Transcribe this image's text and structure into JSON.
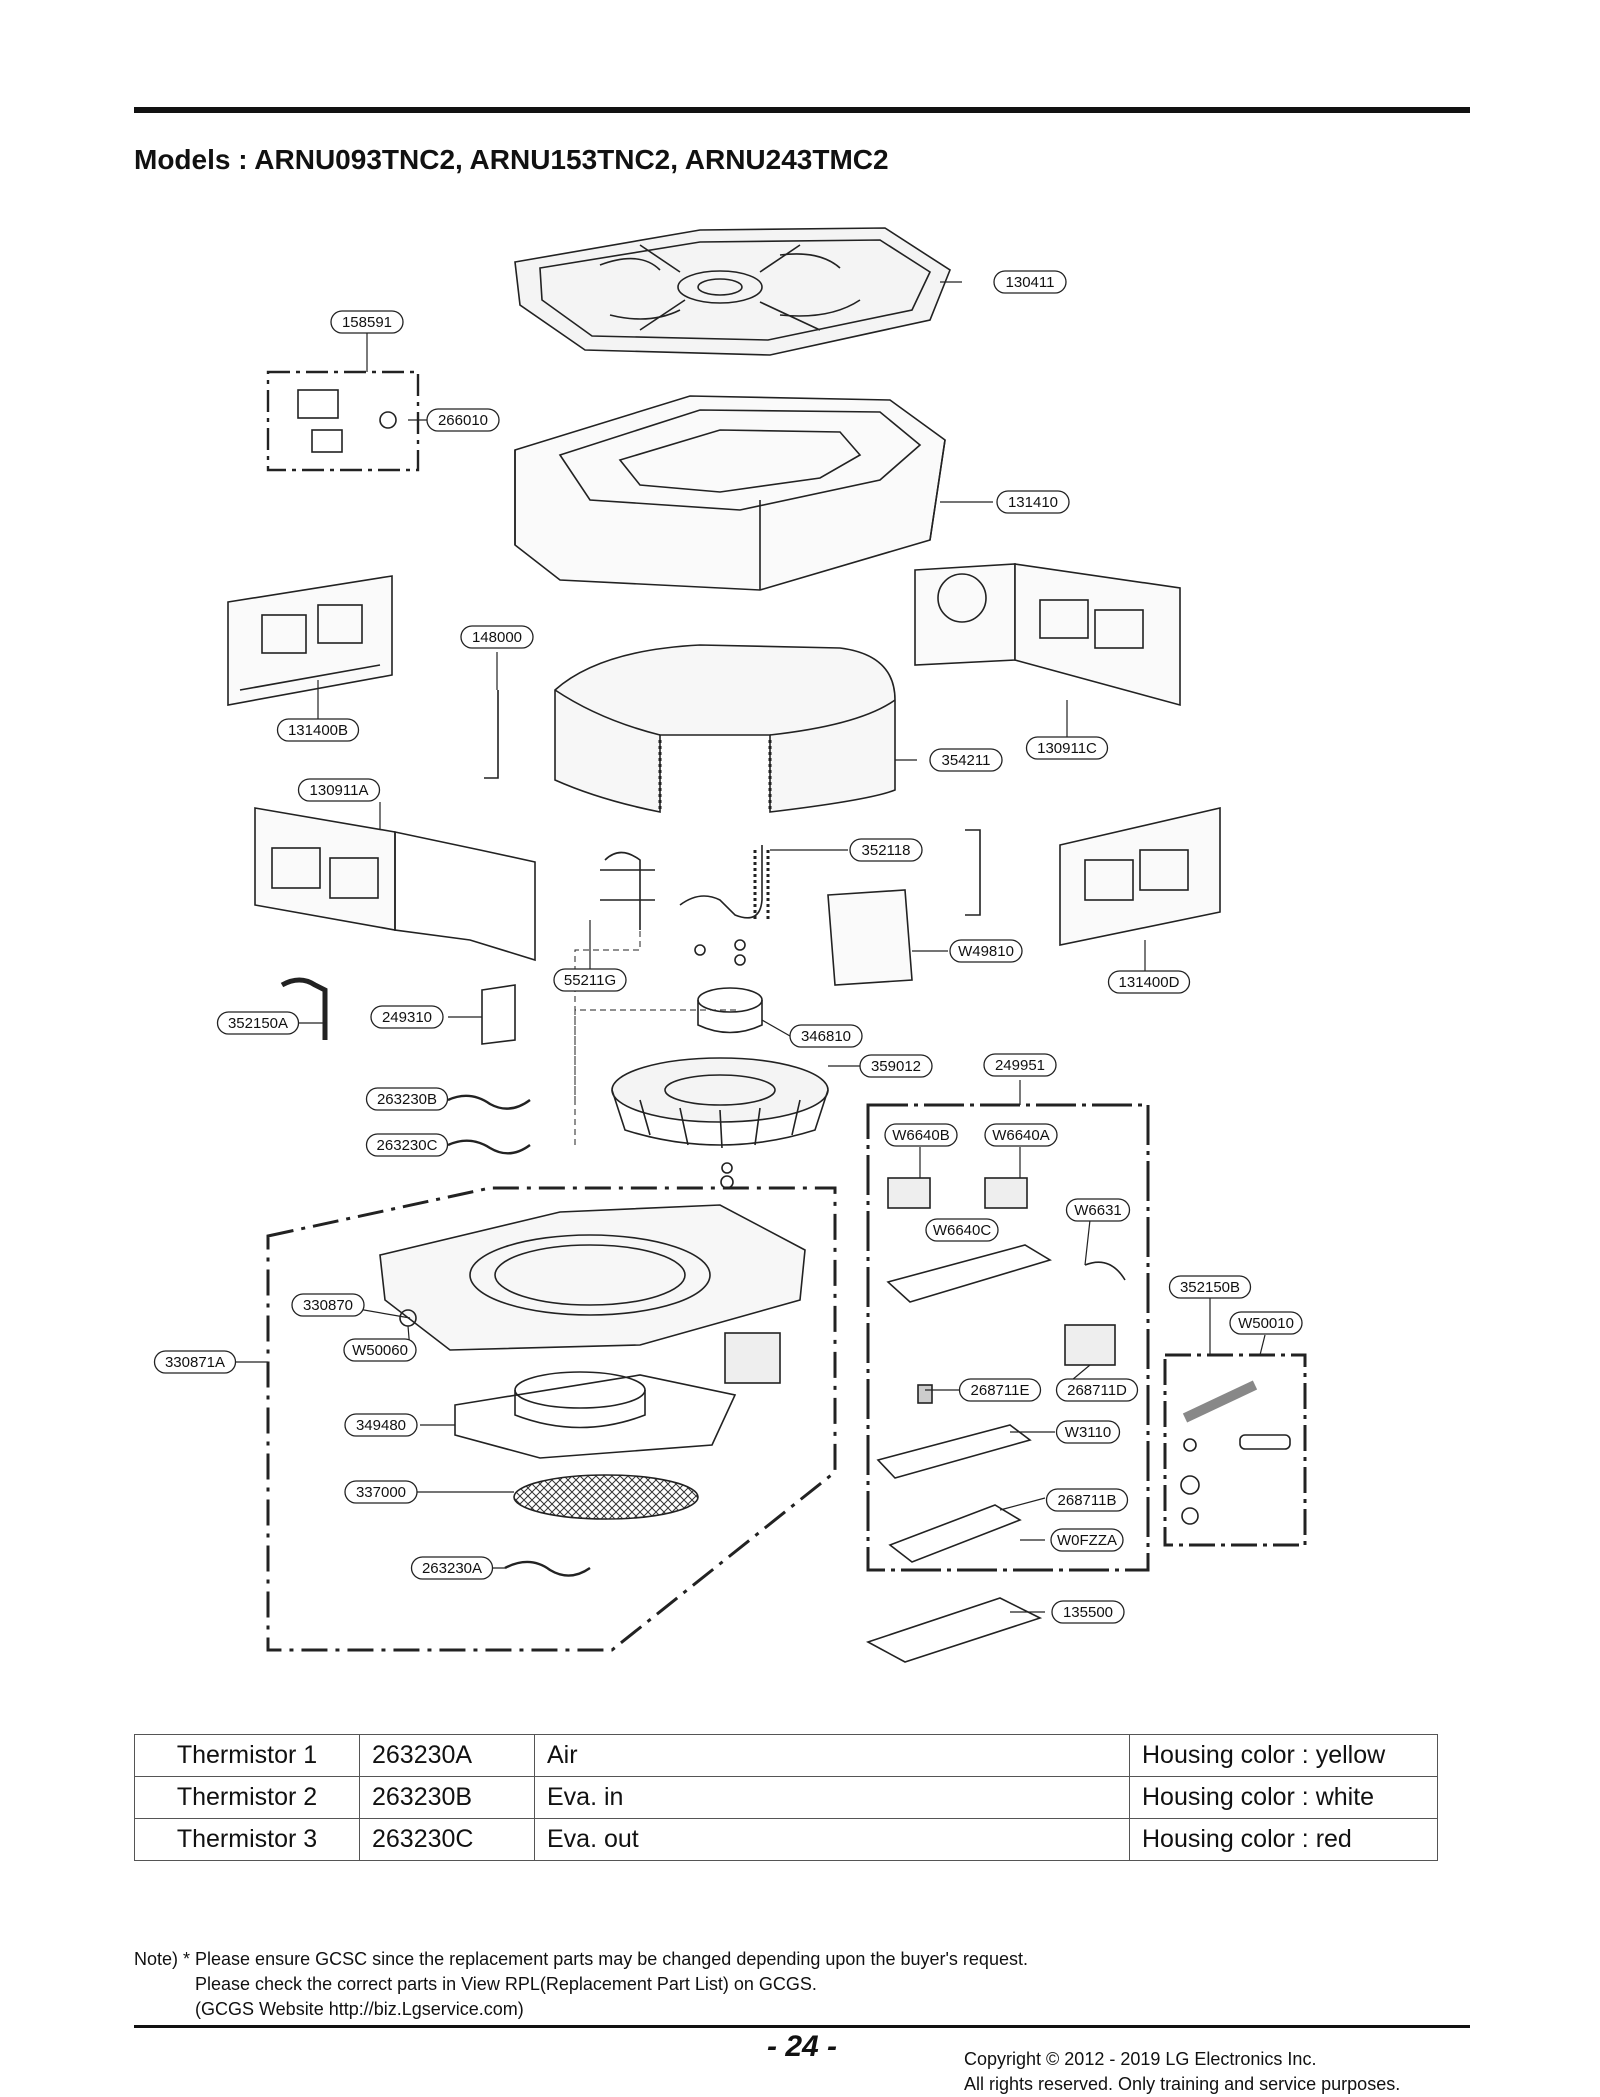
{
  "header": {
    "title": "Models : ARNU093TNC2, ARNU153TNC2, ARNU243TMC2"
  },
  "diagram": {
    "part_labels": [
      "130411",
      "158591",
      "266010",
      "131410",
      "148000",
      "131400B",
      "354211",
      "130911C",
      "130911A",
      "352118",
      "55211G",
      "W49810",
      "131400D",
      "352150A",
      "249310",
      "346810",
      "359012",
      "249951",
      "263230B",
      "W6640B",
      "W6640A",
      "263230C",
      "W6631",
      "W6640C",
      "352150B",
      "330870",
      "W50010",
      "W50060",
      "330871A",
      "268711E",
      "268711D",
      "349480",
      "W3110",
      "337000",
      "268711B",
      "W0FZZA",
      "263230A",
      "135500"
    ]
  },
  "thermistor_table": {
    "rows": [
      {
        "name": "Thermistor 1",
        "part_no": "263230A",
        "location": "Air",
        "housing": "Housing color : yellow"
      },
      {
        "name": "Thermistor 2",
        "part_no": "263230B",
        "location": "Eva. in",
        "housing": "Housing color : white"
      },
      {
        "name": "Thermistor 3",
        "part_no": "263230C",
        "location": "Eva. out",
        "housing": "Housing color : red"
      }
    ]
  },
  "note": {
    "line1": "Note) * Please ensure GCSC since the replacement parts may be changed depending upon the buyer's request.",
    "line2": "Please check the correct parts in View RPL(Replacement Part List) on GCGS.",
    "line3": "(GCGS Website http://biz.Lgservice.com)"
  },
  "footer": {
    "page_number": "- 24 -",
    "copyright_line1": "Copyright © 2012 - 2019 LG Electronics Inc.",
    "copyright_line2": "All rights reserved. Only training and service purposes."
  }
}
